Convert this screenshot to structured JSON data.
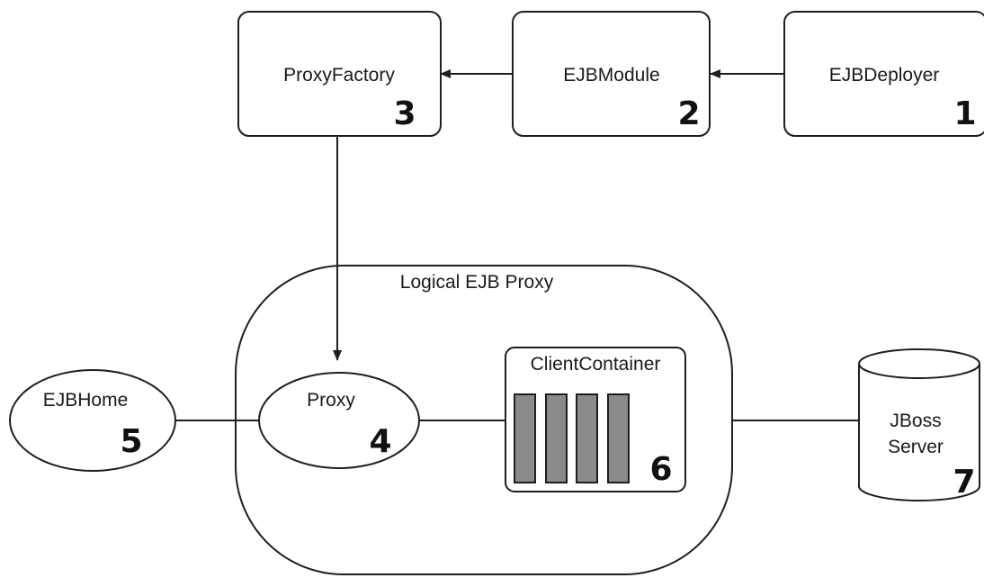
{
  "diagram": {
    "nodes": {
      "proxy_factory": {
        "label": "ProxyFactory",
        "number": "3"
      },
      "ejb_module": {
        "label": "EJBModule",
        "number": "2"
      },
      "ejb_deployer": {
        "label": "EJBDeployer",
        "number": "1"
      },
      "logical_proxy": {
        "label": "Logical EJB Proxy"
      },
      "proxy": {
        "label": "Proxy",
        "number": "4"
      },
      "ejb_home": {
        "label": "EJBHome",
        "number": "5"
      },
      "client_container": {
        "label": "ClientContainer",
        "number": "6"
      },
      "jboss_server": {
        "label_line1": "JBoss",
        "label_line2": "Server",
        "number": "7"
      }
    },
    "edges": [
      {
        "from": "ejb_deployer",
        "to": "ejb_module",
        "arrow": true
      },
      {
        "from": "ejb_module",
        "to": "proxy_factory",
        "arrow": true
      },
      {
        "from": "proxy_factory",
        "to": "proxy",
        "arrow": true
      },
      {
        "from": "ejb_home",
        "to": "proxy",
        "arrow": false
      },
      {
        "from": "proxy",
        "to": "client_container",
        "arrow": false
      },
      {
        "from": "logical_proxy",
        "to": "jboss_server",
        "arrow": false
      }
    ],
    "colors": {
      "stroke": "#1e1e1e",
      "fill": "#ffffff",
      "container_bars": "#8a8a8a"
    }
  }
}
